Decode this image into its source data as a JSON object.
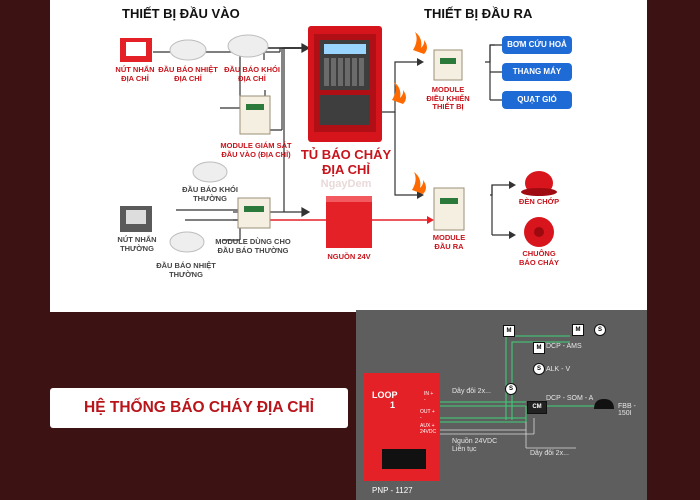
{
  "headers": {
    "input": "THIẾT BỊ ĐẦU VÀO",
    "output": "THIẾT BỊ ĐẦU RA"
  },
  "inputs": {
    "addr_button": [
      "NÚT NHẤN",
      "ĐỊA CHỈ"
    ],
    "addr_heat": [
      "ĐẦU BÁO NHIỆT",
      "ĐỊA CHỈ"
    ],
    "addr_smoke": [
      "ĐẦU BÁO KHÓI",
      "ĐỊA CHỈ"
    ],
    "monitor_module": [
      "MODULE GIÁM SÁT",
      "ĐẦU VÀO (ĐỊA CHỈ)"
    ],
    "conv_smoke": [
      "ĐẦU BÁO KHÓI",
      "THƯỜNG"
    ],
    "conv_button": [
      "NÚT NHẤN",
      "THƯỜNG"
    ],
    "conv_heat": [
      "ĐẦU BÁO NHIỆT",
      "THƯỜNG"
    ],
    "conv_module": [
      "MODULE DÙNG CHO",
      "ĐẦU BÁO THƯỜNG"
    ]
  },
  "center": {
    "panel_label": [
      "TỦ BÁO CHÁY",
      "ĐỊA CHỈ"
    ],
    "power_label": "NGUỒN 24V",
    "watermark": "NgayDem"
  },
  "outputs": {
    "control_module": [
      "MODULE",
      "ĐIỀU KHIỂN",
      "THIẾT BỊ"
    ],
    "output_module": [
      "MODULE",
      "ĐẦU RA"
    ],
    "buttons": [
      "BƠM CỨU HOẢ",
      "THANG MÁY",
      "QUẠT GIÓ"
    ],
    "strobe": "ĐÈN CHỚP",
    "bell": [
      "CHUÔNG",
      "BÁO CHÁY"
    ]
  },
  "banner": "HỆ THỐNG BÁO CHÁY ĐỊA CHỈ",
  "schematic": {
    "in_label": "IN +",
    "in_minus": "-",
    "out_label": "OUT +",
    "out_minus": "-",
    "aux_label": "AUX +",
    "aux_minus": "24VDC",
    "loop": [
      "LOOP",
      "1"
    ],
    "panel_model": "PNP - 1127",
    "wire1": "Dây đôi 2x...",
    "power": [
      "Nguồn 24VDC",
      "Liên tục"
    ],
    "wire2": "Dây đôi 2x...",
    "dcp_ams": "DCP - AMS",
    "alk": "ALK - V",
    "dcp_som": "DCP - SOM - A",
    "fbb": "FBB - 150I",
    "tags": {
      "m": "M",
      "s": "S",
      "cm": "CM"
    }
  },
  "colors": {
    "accent_red": "#c8141c",
    "panel_red": "#e52128",
    "button_blue": "#1f6bd6",
    "background": "#3d1212",
    "schematic_gray": "#5e5e5e",
    "wire_green": "#3dd17a"
  }
}
